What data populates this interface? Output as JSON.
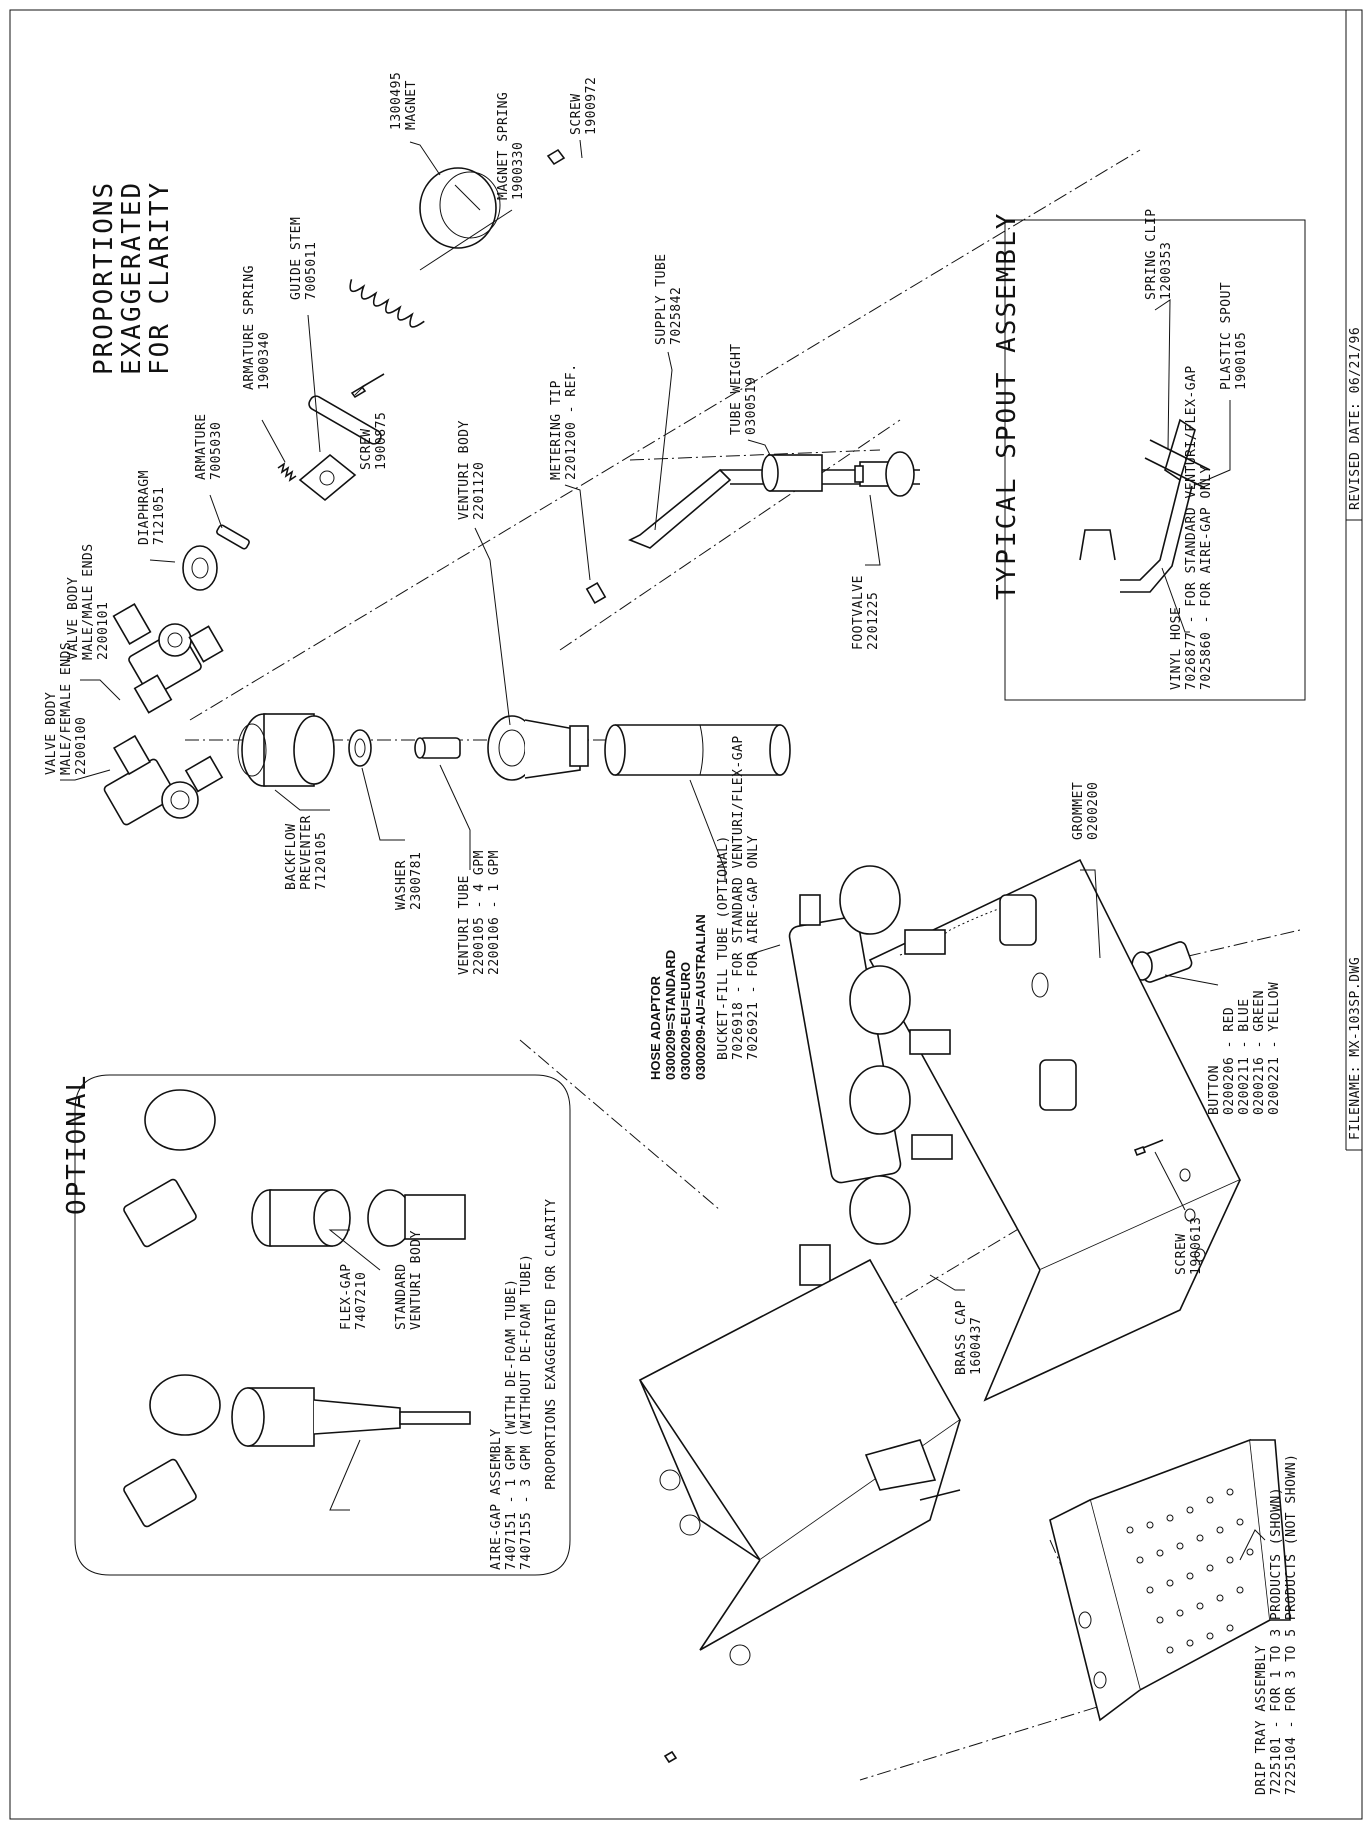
{
  "notes": {
    "proportions": [
      "PROPORTIONS",
      "EXAGGERATED",
      "FOR CLARITY"
    ],
    "optional_title": "OPTIONAL",
    "optional_proportions": "PROPORTIONS EXAGGERATED FOR CLARITY",
    "spout_title": "TYPICAL SPOUT ASSEMBLY"
  },
  "title_block": {
    "filename": "FILENAME: MX-103SP.DWG",
    "revised": "REVISED DATE: 06/21/96"
  },
  "callouts": {
    "valve_body_mf": [
      "VALVE BODY",
      "MALE/FEMALE ENDS",
      "2200100"
    ],
    "valve_body_mm": [
      "VALVE BODY",
      "MALE/MALE ENDS",
      "2200101"
    ],
    "diaphragm": [
      "DIAPHRAGM",
      "7121051"
    ],
    "armature": [
      "ARMATURE",
      "7005030"
    ],
    "armature_spring": [
      "ARMATURE SPRING",
      "1900340"
    ],
    "guide_stem": [
      "GUIDE STEM",
      "7005011"
    ],
    "magnet": [
      "1300495",
      "MAGNET"
    ],
    "magnet_spring": [
      "MAGNET SPRING",
      "1900330"
    ],
    "screw_972": [
      "SCREW",
      "1900972"
    ],
    "screw_875": [
      "SCREW",
      "1900875"
    ],
    "venturi_body": [
      "VENTURI BODY",
      "2201120"
    ],
    "metering_tip": [
      "METERING TIP",
      "2201200 - REF."
    ],
    "supply_tube": [
      "SUPPLY TUBE",
      "7025842"
    ],
    "tube_weight": [
      "TUBE WEIGHT",
      "0300519"
    ],
    "footvalve": [
      "FOOTVALVE",
      "2201225"
    ],
    "backflow": [
      "BACKFLOW",
      "PREVENTER",
      "7120105"
    ],
    "washer": [
      "WASHER",
      "2300781"
    ],
    "venturi_tube": [
      "VENTURI TUBE",
      "2200105 - 4 GPM",
      "2200106 - 1 GPM"
    ],
    "bucket_fill": [
      "BUCKET-FILL TUBE (OPTIONAL)",
      "7026918 - FOR STANDARD VENTURI/FLEX-GAP",
      "7026921 - FOR AIRE-GAP ONLY"
    ],
    "grommet": [
      "GROMMET",
      "0200200"
    ],
    "button": [
      "BUTTON",
      "0200206 - RED",
      "0200211 - BLUE",
      "0200216 - GREEN",
      "0200221 - YELLOW"
    ],
    "screw_613": [
      "SCREW",
      "1900613"
    ],
    "hose_adaptor": [
      "HOSE ADAPTOR",
      "0300209=STANDARD",
      "0300209-EU=EURO",
      "0300209-AU=AUSTRALIAN"
    ],
    "brass_cap": [
      "BRASS CAP",
      "1600437"
    ],
    "drip_tray": [
      "DRIP TRAY ASSEMBLY",
      "7225101 - FOR 1 TO 3 PRODUCTS (SHOWN)",
      "7225104 - FOR 3 TO 5 PRODUCTS (NOT SHOWN)"
    ],
    "flex_gap": [
      "FLEX-GAP",
      "7407210"
    ],
    "standard_venturi": [
      "STANDARD",
      "VENTURI BODY"
    ],
    "aire_gap": [
      "AIRE-GAP ASSEMBLY",
      "7407151 - 1 GPM (WITH DE-FOAM TUBE)",
      "7407155 - 3 GPM (WITHOUT DE-FOAM TUBE)"
    ],
    "spring_clip": [
      "SPRING CLIP",
      "1200353"
    ],
    "plastic_spout": [
      "PLASTIC SPOUT",
      "1900105"
    ],
    "vinyl_hose": [
      "VINYL HOSE",
      "7026877 - FOR STANDARD VENTURI/FLEX-GAP",
      "7025860 - FOR AIRE-GAP ONLY"
    ]
  }
}
